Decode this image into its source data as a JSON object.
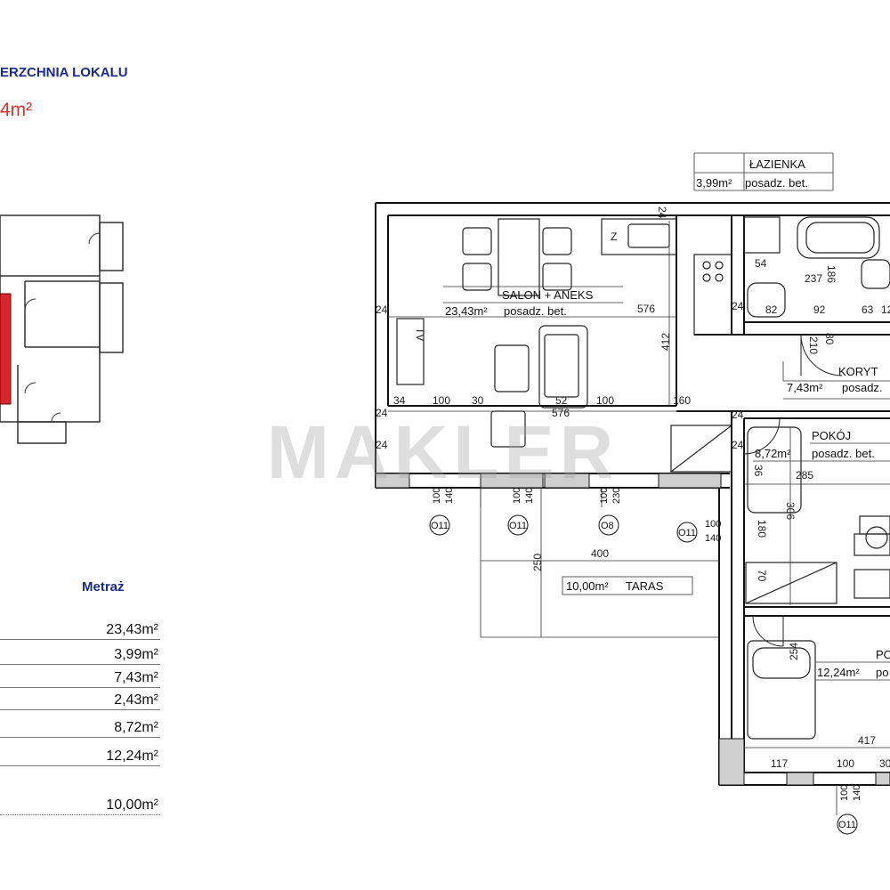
{
  "header": {
    "title": "ERZCHNIA LOKALU",
    "total_area": "4m²"
  },
  "metraz": {
    "heading": "Metraż",
    "values": [
      "23,43m²",
      "3,99m²",
      "7,43m²",
      "2,43m²",
      "8,72m²",
      "12,24m²",
      "10,00m²"
    ]
  },
  "rooms": {
    "lazienka": {
      "name": "ŁAZIENKA",
      "area": "3,99m²",
      "floor": "posadz. bet."
    },
    "salon": {
      "name": "SALON + ANEKS",
      "area": "23,43m²",
      "floor": "posadz. bet."
    },
    "korytarz": {
      "name": "KORYT",
      "area": "7,43m²",
      "floor": "posadz."
    },
    "pokoj1": {
      "name": "POKÓJ",
      "area": "8,72m²",
      "floor": "posadz. bet."
    },
    "pokoj2": {
      "name": "PO",
      "area": "12,24m²",
      "floor": "po"
    },
    "taras": {
      "name": "TARAS",
      "area": "10,00m²"
    }
  },
  "dimensions": {
    "d24a": "24",
    "d576a": "576",
    "d412": "412",
    "d24b": "24",
    "d54": "54",
    "d186": "186",
    "d237": "237",
    "d82": "82",
    "d92": "92",
    "d63": "63",
    "d12": "12",
    "d210": "210",
    "d80": "80",
    "d24c": "24",
    "d34": "34",
    "d100a": "100",
    "d30a": "30",
    "d52": "52",
    "d576b": "576",
    "d100b": "100",
    "d160": "160",
    "d24d": "24",
    "d24e": "24",
    "d24f": "24",
    "d24g": "24",
    "d285": "285",
    "d36": "36",
    "d306": "306",
    "d180": "180",
    "d400": "400",
    "d250": "250",
    "d70": "70",
    "d254": "254",
    "d417": "417",
    "d117": "117",
    "d100c": "100",
    "d30b": "30",
    "tv": "TV",
    "z": "Z"
  },
  "windows": [
    {
      "label": "O11",
      "w": "100",
      "h": "140"
    },
    {
      "label": "O11",
      "w": "100",
      "h": "140"
    },
    {
      "label": "O8",
      "w": "100",
      "h": "230"
    },
    {
      "label": "O11",
      "w": "100",
      "h": "140"
    },
    {
      "label": "O11",
      "w": "100",
      "h": "140"
    }
  ],
  "watermark": "MAKLER",
  "colors": {
    "header_blue": "#1a2b8c",
    "area_red": "#e0302b",
    "highlight_red": "#d9262c"
  }
}
